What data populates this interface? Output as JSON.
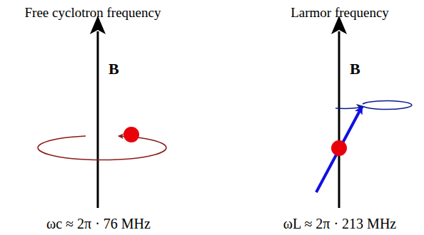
{
  "diagram": {
    "labels": [
      "Free cyclotron frequency",
      "Larmor frequency",
      "B⃗",
      "B⃗",
      "ωc ≈ 2π · 76 MHz",
      "ωL ≈ 2π · 213 MHz"
    ]
  }
}
